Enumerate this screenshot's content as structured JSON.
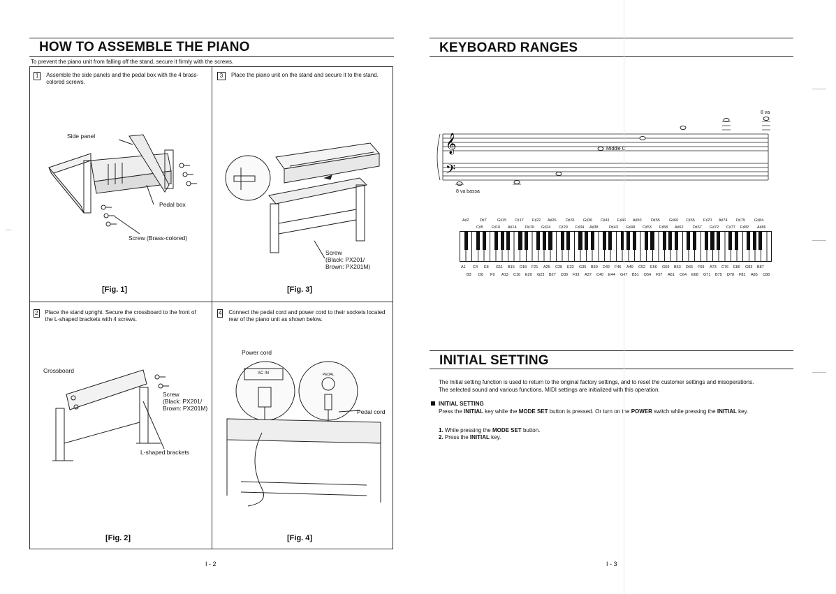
{
  "left": {
    "title": "HOW TO ASSEMBLE THE PIANO",
    "intro": "To prevent the piano unit from falling off the stand, secure it firmly with the screws.",
    "steps": [
      {
        "num": "1",
        "text": "Assemble the side panels and the pedal box with the 4 brass-colored screws.",
        "fig": "[Fig. 1]"
      },
      {
        "num": "3",
        "text": "Place the piano unit on the stand and secure it to the stand.",
        "fig": "[Fig. 3]"
      },
      {
        "num": "2",
        "text": "Place the stand upright. Secure the crossboard to the front of the L-shaped brackets with 4 screws.",
        "fig": "[Fig. 2]"
      },
      {
        "num": "4",
        "text": "Connect the pedal cord and power cord to their sockets located rear of the piano unit as shown below.",
        "fig": "[Fig. 4]"
      }
    ],
    "fig1_labels": {
      "side_panel": "Side panel",
      "pedal_box": "Pedal box",
      "screw": "Screw (Brass-colored)"
    },
    "fig3_labels": {
      "screw_1": "Screw",
      "screw_2": "(Black: PX201/",
      "screw_3": "Brown: PX201M)"
    },
    "fig2_labels": {
      "crossboard": "Crossboard",
      "screw_1": "Screw",
      "screw_2": "(Black: PX201/",
      "screw_3": "Brown: PX201M)",
      "brackets": "L-shaped brackets"
    },
    "fig4_labels": {
      "power_cord": "Power cord",
      "pedal_cord": "Pedal cord",
      "ac_in": "AC IN",
      "pedal": "PEDAL"
    },
    "page": "I - 2"
  },
  "right": {
    "title": "KEYBOARD RANGES",
    "staff_labels": {
      "middle_c": "Middle C",
      "ottava": "8 va",
      "bassa": "8 va bassa"
    },
    "upper_notes_row1": [
      "A♯2",
      "D♯7",
      "G♯15",
      "C♯17",
      "F♯22",
      "A♯26",
      "D♯31",
      "G♯36",
      "C♯41",
      "F♯46",
      "A♯50",
      "D♯55",
      "G♯60",
      "C♯65",
      "F♯70",
      "A♯74",
      "D♯79",
      "G♯84"
    ],
    "upper_notes_row2": [
      "C♯5",
      "F♯10",
      "A♯14",
      "D♯19",
      "G♯24",
      "C♯29",
      "F♯34",
      "A♯38",
      "D♯43",
      "G♯48",
      "C♯53",
      "F♯58",
      "A♯62",
      "D♯67",
      "G♯72",
      "C♯77",
      "F♯82",
      "A♯86"
    ],
    "lower_notes_row1": [
      "A1",
      "C4",
      "E8",
      "G11",
      "B15",
      "D18",
      "F21",
      "A25",
      "C28",
      "E32",
      "G35",
      "B39",
      "D42",
      "F45",
      "A49",
      "C52",
      "E56",
      "G59",
      "B63",
      "D66",
      "F69",
      "A73",
      "C76",
      "E80",
      "G83",
      "B87"
    ],
    "lower_notes_row2": [
      "B3",
      "D6",
      "F9",
      "A13",
      "C16",
      "E20",
      "G23",
      "B27",
      "D30",
      "F33",
      "A37",
      "C40",
      "E44",
      "G47",
      "B51",
      "D54",
      "F57",
      "A61",
      "C64",
      "E68",
      "G71",
      "B75",
      "D78",
      "F81",
      "A85",
      "C88"
    ],
    "initial": {
      "title": "INITIAL SETTING",
      "para1": "The Initial setting function is used to return to the original factory settings, and to reset the customer settings and misoperations.",
      "para2": "The selected sound and various functions, MIDI settings are initialized with this operation.",
      "sub_title": "INITIAL SETTING",
      "instr_pre": "Press the ",
      "instr_b1": "INITIAL",
      "instr_mid1": " key while the ",
      "instr_b2": "MODE SET",
      "instr_mid2": " button is pressed. Or turn on the ",
      "instr_b3": "POWER",
      "instr_mid3": " switch while pressing the ",
      "instr_b4": "INITIAL",
      "instr_post": " key.",
      "list": [
        {
          "n": "1.",
          "pre": "While pressing the ",
          "b": "MODE SET",
          "post": " button."
        },
        {
          "n": "2.",
          "pre": "Press the ",
          "b": "INITIAL",
          "post": " key."
        }
      ]
    },
    "page": "I - 3"
  }
}
